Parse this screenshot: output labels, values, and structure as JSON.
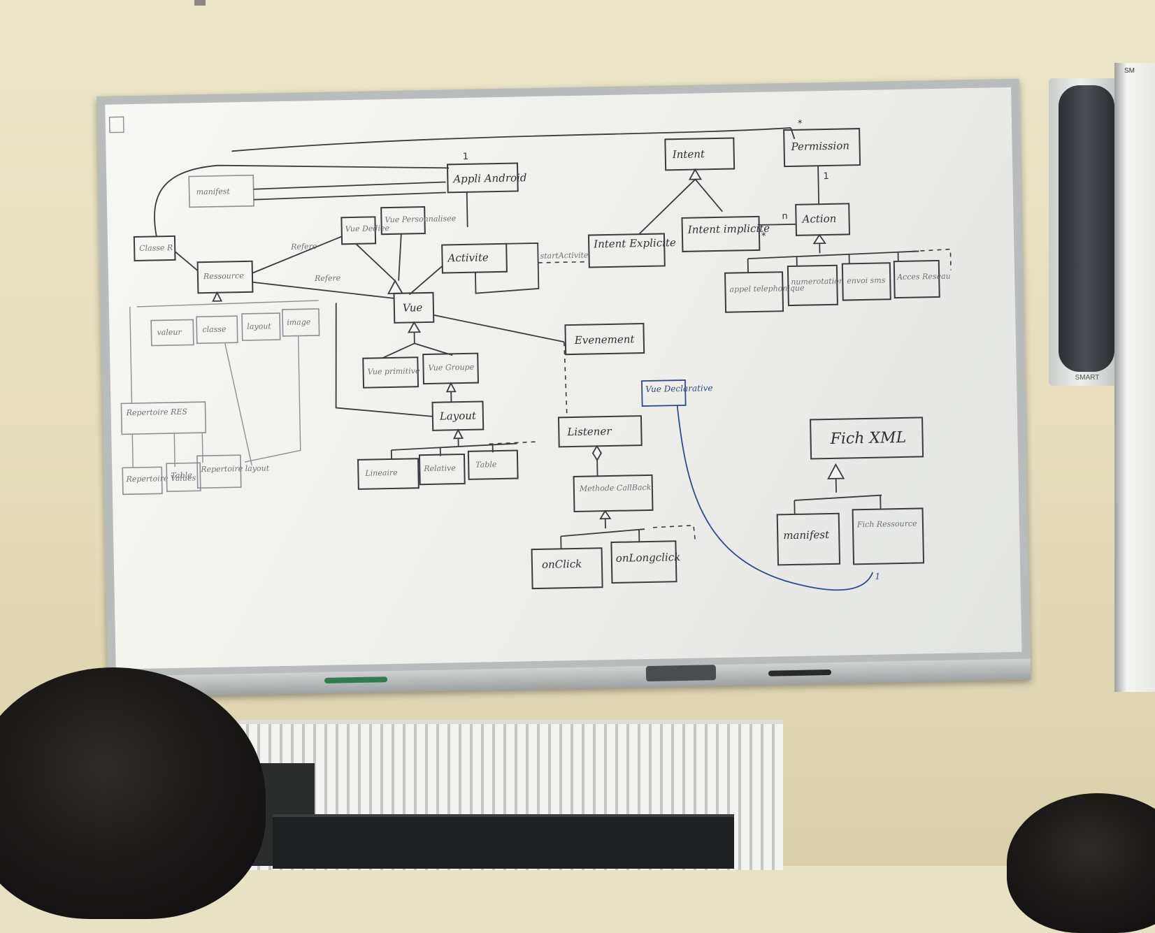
{
  "diagram": {
    "labels": {
      "manifest": "manifest",
      "appli_android": "Appli Android",
      "classe_r": "Classe R",
      "ressource": "Ressource",
      "vue_dedietee": "Vue Dediee",
      "vue_personnalisee": "Vue Personnalisee",
      "activite": "Activite",
      "intent": "Intent",
      "intent_explicite": "Intent Explicite",
      "intent_implicite": "Intent implicite",
      "permission": "Permission",
      "action": "Action",
      "appel_telephonique": "appel telephonique",
      "numerotation": "numerotation",
      "envoi_sms": "envoi sms",
      "acces_reseau": "Acces Reseau",
      "vue": "Vue",
      "evenement": "Evenement",
      "vue_primitive": "Vue primitive",
      "vue_groupe": "Vue Groupe",
      "layout": "Layout",
      "lineaire": "Lineaire",
      "relative": "Relative",
      "table": "Table",
      "listener": "Listener",
      "methode_callback": "Methode CallBack",
      "onclick": "onClick",
      "onlongclick": "onLongclick",
      "fich_xml": "Fich XML",
      "manifest2": "manifest",
      "fich_ressource": "Fich Ressource",
      "vue_declarative": "Vue Declarative",
      "valeur": "valeur",
      "classe": "classe",
      "layout_res": "layout",
      "image": "image",
      "repertoire_res": "Repertoire RES",
      "repertoire_values": "Repertoire Values",
      "table_res": "Table",
      "repertoire_layout": "Repertoire layout",
      "refere": "Refere",
      "refere2": "Refere",
      "startactivite": "startActivite"
    },
    "multiplicities": {
      "m_one_a": "1",
      "m_star_a": "*",
      "m_n": "n",
      "m_star_b": "*",
      "m_one_b": "1",
      "m_one_blue": "1"
    }
  },
  "room": {
    "smart_logo": "SMART",
    "panel_tab": "SM"
  },
  "colors": {
    "wall": "#e8e2c4",
    "board": "#f2f2ef",
    "ink_black": "#3a3a42",
    "ink_blue": "#2c4b8c"
  }
}
